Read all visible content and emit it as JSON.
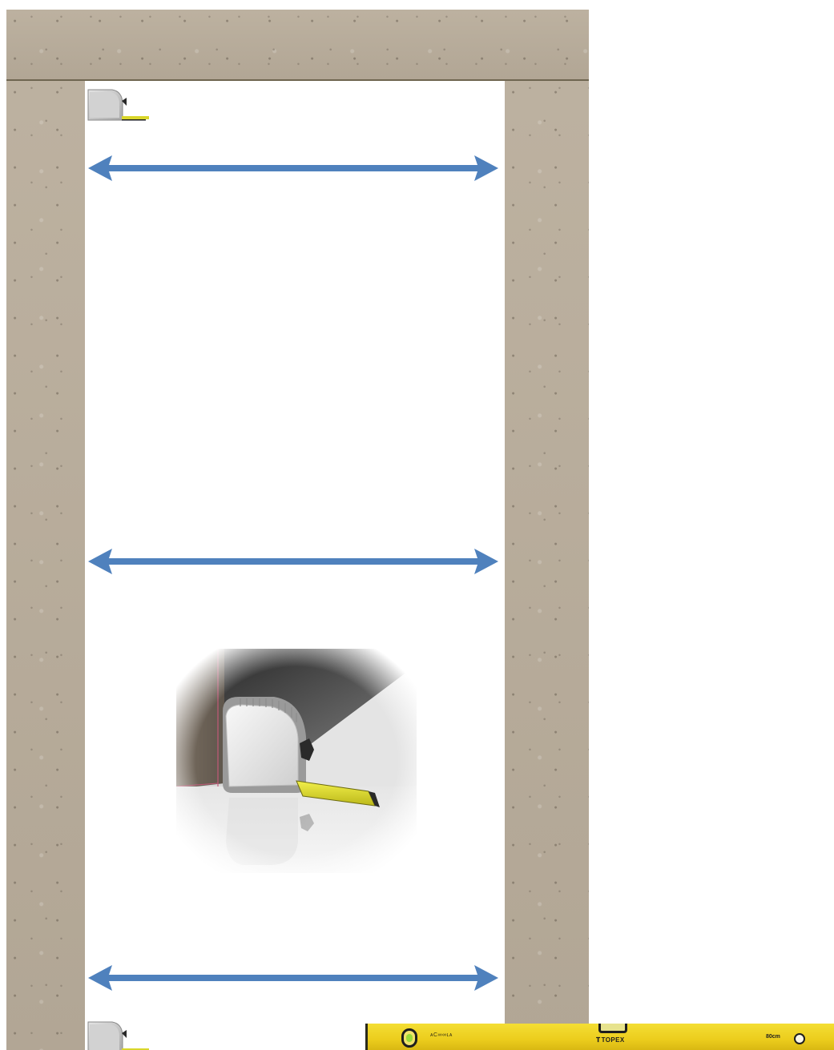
{
  "scene": {
    "description_free": true,
    "colors": {
      "concrete": "#b9ad9b",
      "opening": "#ffffff",
      "arrow": "#4f81bd",
      "level_body": "#eccd1d",
      "tape_blade": "#d9d62a"
    },
    "icons": {
      "small_tape_top": "tape-measure-icon",
      "small_tape_bottom": "tape-measure-icon",
      "arrows": "double-headed-arrow-icon"
    }
  },
  "level": {
    "small_text": "ᴀC∞∞ʟᴀ",
    "brand": "TOPEX",
    "size": "80cm"
  }
}
